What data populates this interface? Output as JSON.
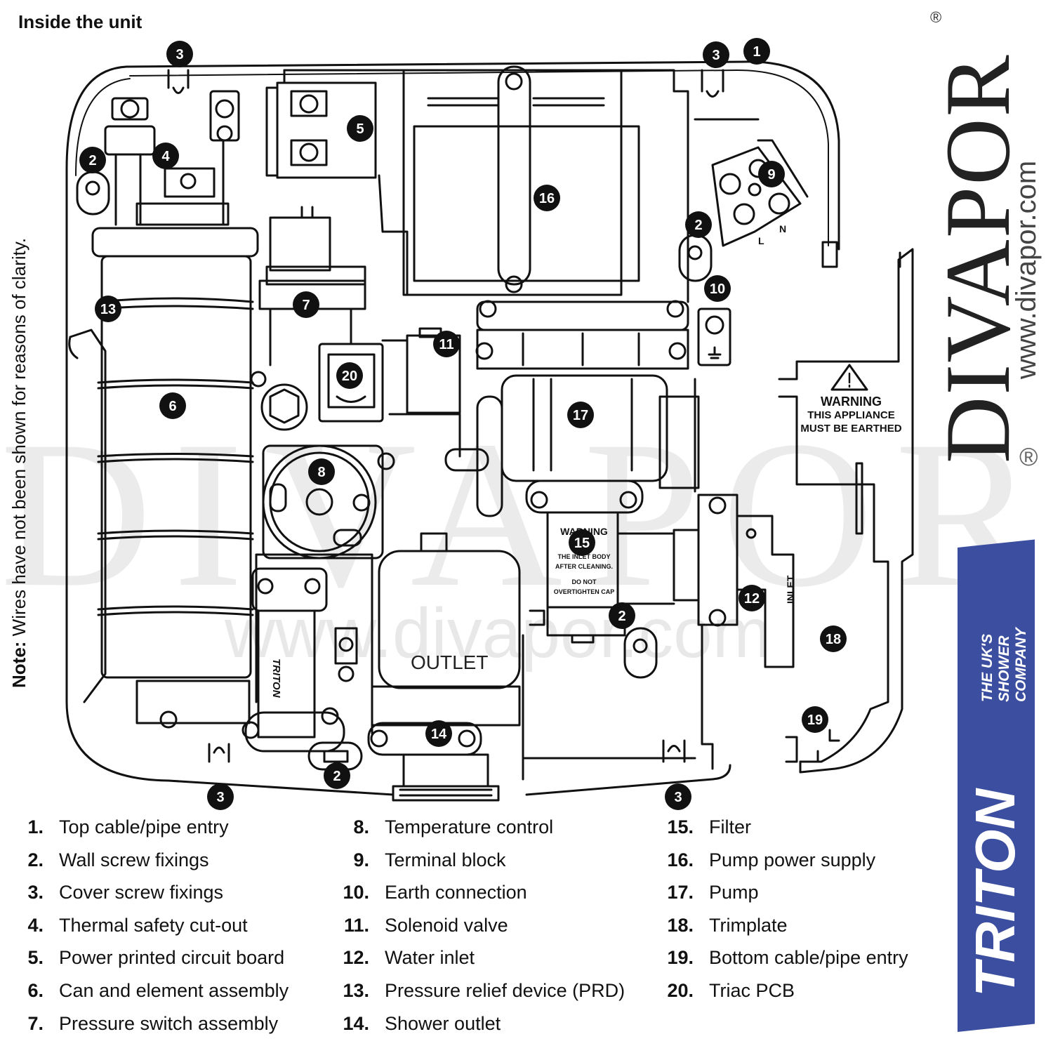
{
  "title": "Inside the unit",
  "side_note": {
    "bold": "Note:",
    "text": " Wires have not been shown for reasons of clarity."
  },
  "markers": [
    "1",
    "2",
    "2",
    "2",
    "2",
    "3",
    "3",
    "3",
    "3",
    "4",
    "5",
    "6",
    "7",
    "8",
    "9",
    "10",
    "11",
    "12",
    "13",
    "14",
    "15",
    "16",
    "17",
    "18",
    "19",
    "20"
  ],
  "legend": {
    "col1": [
      {
        "num": "1.",
        "text": "Top cable/pipe entry"
      },
      {
        "num": "2.",
        "text": "Wall screw fixings"
      },
      {
        "num": "3.",
        "text": "Cover screw fixings"
      },
      {
        "num": "4.",
        "text": "Thermal safety cut-out"
      },
      {
        "num": "5.",
        "text": "Power printed circuit board"
      },
      {
        "num": "6.",
        "text": "Can and element assembly"
      },
      {
        "num": "7.",
        "text": "Pressure switch assembly"
      }
    ],
    "col2": [
      {
        "num": "8.",
        "text": "Temperature control"
      },
      {
        "num": "9.",
        "text": "Terminal block"
      },
      {
        "num": "10.",
        "text": "Earth connection"
      },
      {
        "num": "11.",
        "text": "Solenoid valve"
      },
      {
        "num": "12.",
        "text": "Water inlet"
      },
      {
        "num": "13.",
        "text": "Pressure relief device (PRD)"
      },
      {
        "num": "14.",
        "text": "Shower outlet"
      }
    ],
    "col3": [
      {
        "num": "15.",
        "text": "Filter"
      },
      {
        "num": "16.",
        "text": "Pump power supply"
      },
      {
        "num": "17.",
        "text": "Pump"
      },
      {
        "num": "18.",
        "text": "Trimplate"
      },
      {
        "num": "19.",
        "text": "Bottom cable/pipe entry"
      },
      {
        "num": "20.",
        "text": "Triac PCB"
      }
    ]
  },
  "labels": {
    "warning_title": "WARNING",
    "warning_line1": "THIS APPLIANCE",
    "warning_line2": "MUST BE EARTHED",
    "filter_warning": "WARNING",
    "filter_line1": "THE INLET BODY",
    "filter_line2": "AFTER CLEANING.",
    "filter_line3": "DO NOT",
    "filter_line4": "OVERTIGHTEN CAP",
    "outlet": "OUTLET",
    "inlet": "INLET",
    "triton_small": "TRITON",
    "terminal_l": "L",
    "terminal_n": "N"
  },
  "brand": {
    "name": "DIVAPOR",
    "url": "www.divapor.com",
    "registered": "®",
    "watermark": "DIVAPOR",
    "watermark_url": "www.divapor.com"
  },
  "triton": {
    "name": "TRITON",
    "tagline1": "THE UK'S",
    "tagline2": "SHOWER",
    "tagline3": "COMPANY",
    "color": "#3c4ea0"
  }
}
